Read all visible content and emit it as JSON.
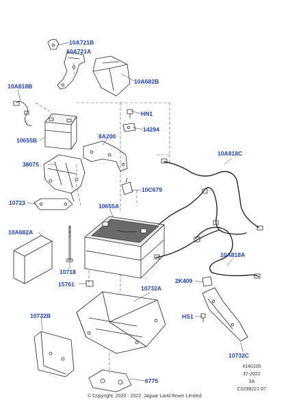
{
  "colors": {
    "callout": "#1f3fbf",
    "line": "#222222",
    "guide": "#444444",
    "battery_top": "#6a6a6a"
  },
  "callouts": {
    "p_10A721B": "10A721B",
    "p_10A721A": "10A721A",
    "p_10A682B": "10A682B",
    "p_10A818B": "10A818B",
    "p_HN1": "HN1",
    "p_14294": "14294",
    "p_10655B": "10655B",
    "p_8A200": "8A200",
    "p_10A818C": "10A818C",
    "p_38075": "38075",
    "p_10C679": "10C679",
    "p_10723": "10723",
    "p_10655A": "10655A",
    "p_10A682A": "10A682A",
    "p_10718": "10718",
    "p_10A818A": "10A818A",
    "p_15761": "15761",
    "p_10732A": "10732A",
    "p_2K409": "2K409",
    "p_HS1": "HS1",
    "p_10732B": "10732B",
    "p_10732C": "10732C",
    "p_6775": "6775"
  },
  "meta": {
    "ref_number": "4140105",
    "date_code": "37-2022",
    "revision": "3A",
    "image_code": "C0299221-07",
    "copyright": "© Copyright, 2020 - 2022. Jaguar Land Rover Limited."
  }
}
